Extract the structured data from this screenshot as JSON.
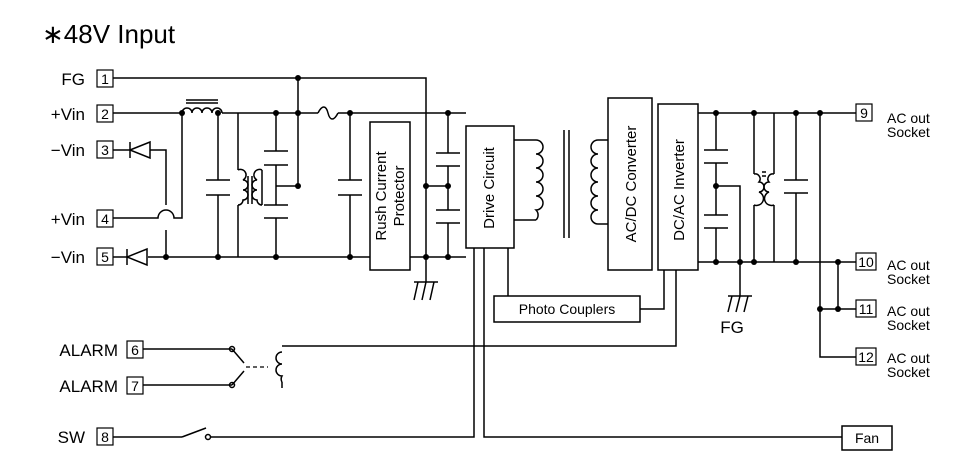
{
  "title": "∗48V Input",
  "terminals": {
    "t1": {
      "num": "1",
      "label": "FG"
    },
    "t2": {
      "num": "2",
      "label": "+Vin"
    },
    "t3": {
      "num": "3",
      "label": "−Vin"
    },
    "t4": {
      "num": "4",
      "label": "+Vin"
    },
    "t5": {
      "num": "5",
      "label": "−Vin"
    },
    "t6": {
      "num": "6",
      "label": "ALARM"
    },
    "t7": {
      "num": "7",
      "label": "ALARM"
    },
    "t8": {
      "num": "8",
      "label": "SW"
    }
  },
  "blocks": {
    "rush_line1": "Rush Current",
    "rush_line2": "Protector",
    "drive": "Drive Circuit",
    "acdc": "AC/DC Converter",
    "dcac": "DC/AC  Inverter",
    "photo": "Photo Couplers",
    "fan": "Fan"
  },
  "fg_label": "FG",
  "outputs": {
    "o9": {
      "num": "9",
      "line1": "AC out",
      "line2": "Socket"
    },
    "o10": {
      "num": "10",
      "line1": "AC out",
      "line2": "Socket"
    },
    "o11": {
      "num": "11",
      "line1": "AC out",
      "line2": "Socket"
    },
    "o12": {
      "num": "12",
      "line1": "AC out",
      "line2": "Socket"
    }
  }
}
